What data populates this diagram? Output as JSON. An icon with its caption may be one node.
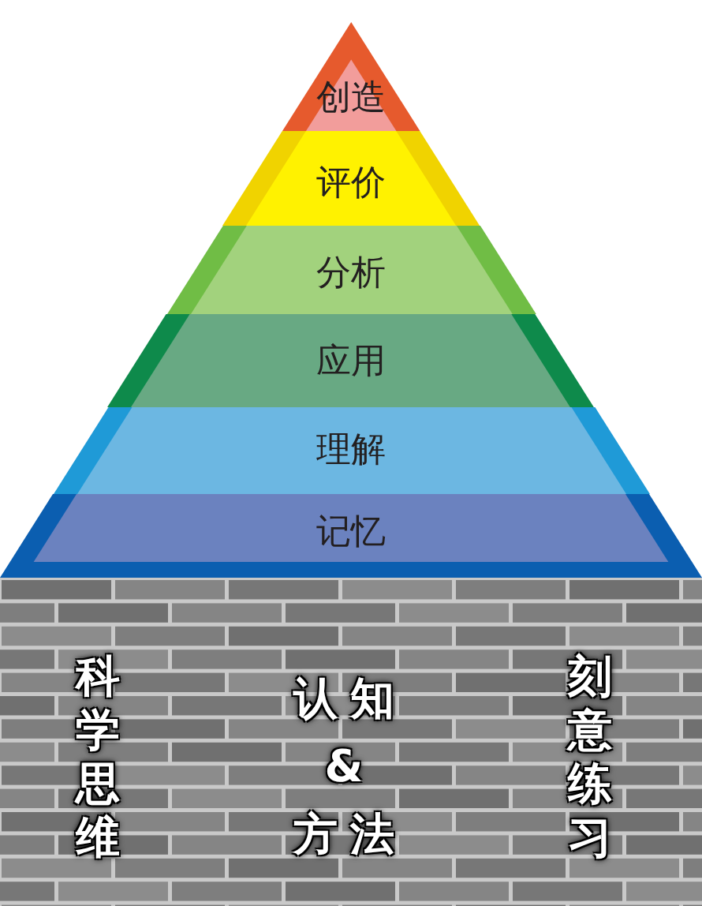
{
  "diagram": {
    "nodes": [
      {
        "text": [
          "创造"
        ]
      },
      {
        "text": [
          "评价"
        ]
      },
      {
        "text": [
          "分析"
        ]
      },
      {
        "text": [
          "应用"
        ]
      },
      {
        "text": [
          "理解"
        ]
      },
      {
        "text": [
          "记忆"
        ]
      },
      {
        "text": [
          "科学思维",
          "认知 & 方法",
          "刻意练习"
        ]
      }
    ]
  }
}
